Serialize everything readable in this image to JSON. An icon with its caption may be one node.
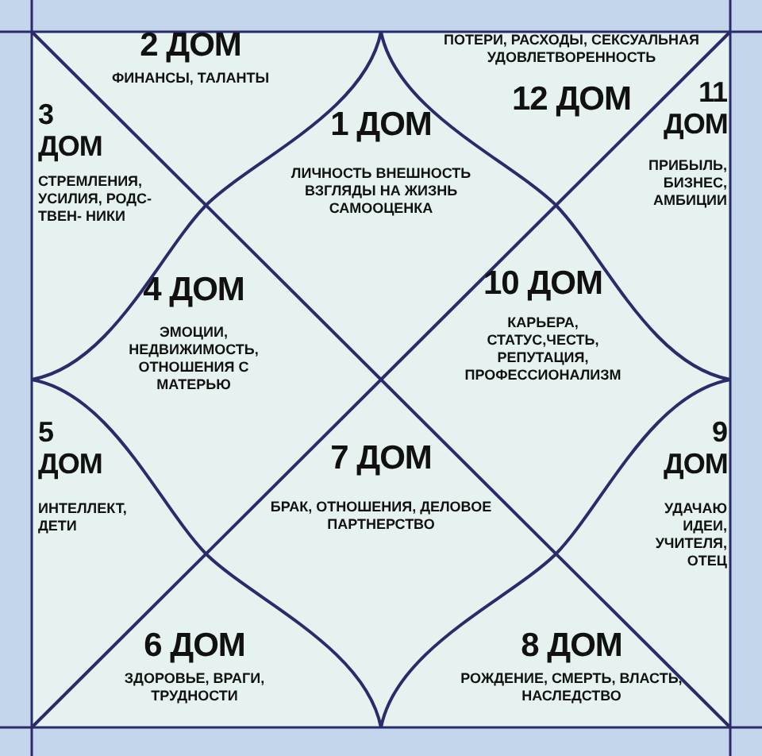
{
  "diagram": {
    "nodes": [
      {
        "text": [
          "1 ДОМ",
          "ЛИЧНОСТЬ ВНЕШНОСТЬ ВЗГЛЯДЫ НА ЖИЗНЬ САМООЦЕНКА"
        ]
      },
      {
        "text": [
          "2 ДОМ",
          "ФИНАНСЫ, ТАЛАНТЫ"
        ]
      },
      {
        "text": [
          "3 ДОМ",
          "СТРЕМЛЕНИЯ, УСИЛИЯ, РОДС- ТВЕН- НИКИ"
        ]
      },
      {
        "text": [
          "4 ДОМ",
          "ЭМОЦИИ, НЕДВИЖИМОСТЬ, ОТНОШЕНИЯ С МАТЕРЬЮ"
        ]
      },
      {
        "text": [
          "5 ДОМ",
          "ИНТЕЛЛЕКТ, ДЕТИ"
        ]
      },
      {
        "text": [
          "6 ДОМ",
          "ЗДОРОВЬЕ, ВРАГИ, ТРУДНОСТИ"
        ]
      },
      {
        "text": [
          "7 ДОМ",
          "БРАК, ОТНОШЕНИЯ, ДЕЛОВОЕ ПАРТНЕРСТВО"
        ]
      },
      {
        "text": [
          "8 ДОМ",
          "РОЖДЕНИЕ, СМЕРТЬ, ВЛАСТЬ, НАСЛЕДСТВО"
        ]
      },
      {
        "text": [
          "9 ДОМ",
          "УДАЧАЮ ИДЕИ, УЧИТЕЛЯ, ОТЕЦ"
        ]
      },
      {
        "text": [
          "10 ДОМ",
          "КАРЬЕРА, СТАТУС,ЧЕСТЬ, РЕПУТАЦИЯ, ПРОФЕССИОНАЛИЗМ"
        ]
      },
      {
        "text": [
          "11 ДОМ",
          "ПРИБЫЛЬ, БИЗНЕС, АМБИЦИИ"
        ]
      },
      {
        "text": [
          "ПОТЕРИ, РАСХОДЫ, СЕКСУАЛЬНАЯ УДОВЛЕТВОРЕННОСТЬ",
          "12 ДОМ"
        ]
      }
    ]
  }
}
